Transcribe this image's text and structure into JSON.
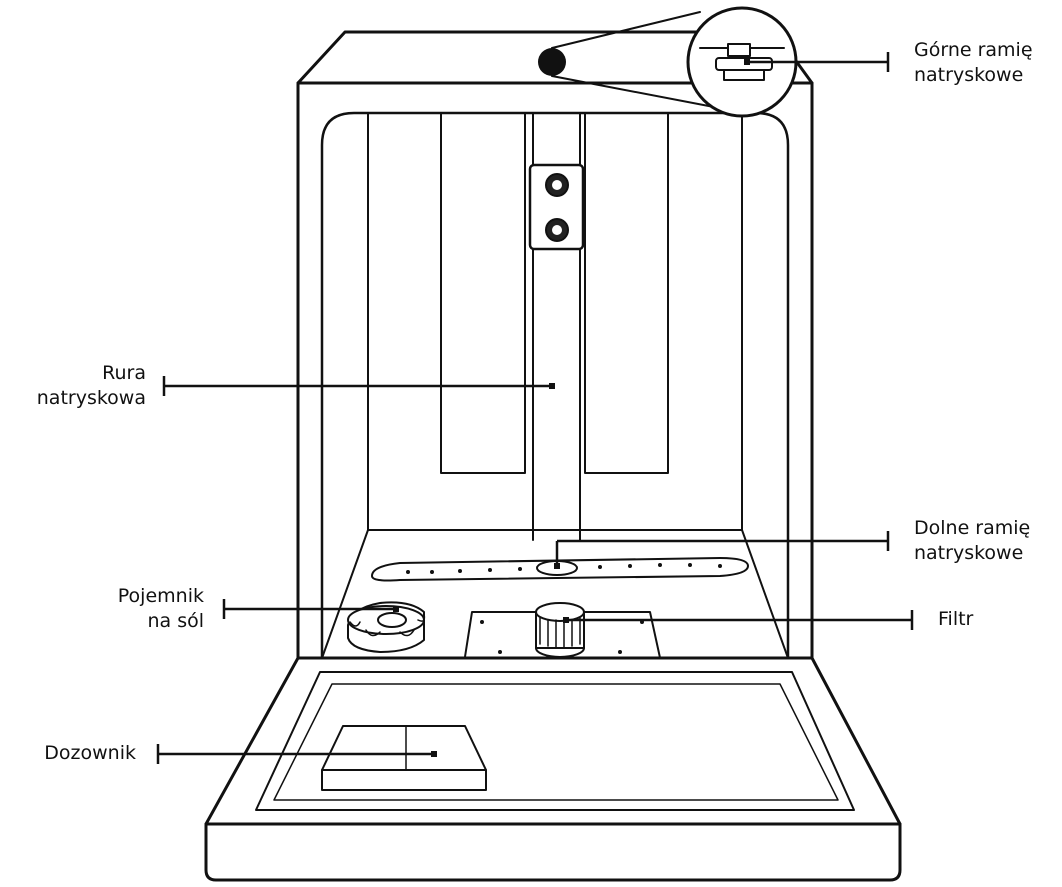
{
  "labels": {
    "upper_arm": {
      "line1": "Górne ramię",
      "line2": "natryskowe"
    },
    "spray_pipe": {
      "line1": "Rura",
      "line2": "natryskowa"
    },
    "lower_arm": {
      "line1": "Dolne ramię",
      "line2": "natryskowe"
    },
    "salt_container": {
      "line1": "Pojemnik",
      "line2": "na sól"
    },
    "filter": {
      "line1": "Filtr"
    },
    "dispenser": {
      "line1": "Dozownik"
    }
  }
}
